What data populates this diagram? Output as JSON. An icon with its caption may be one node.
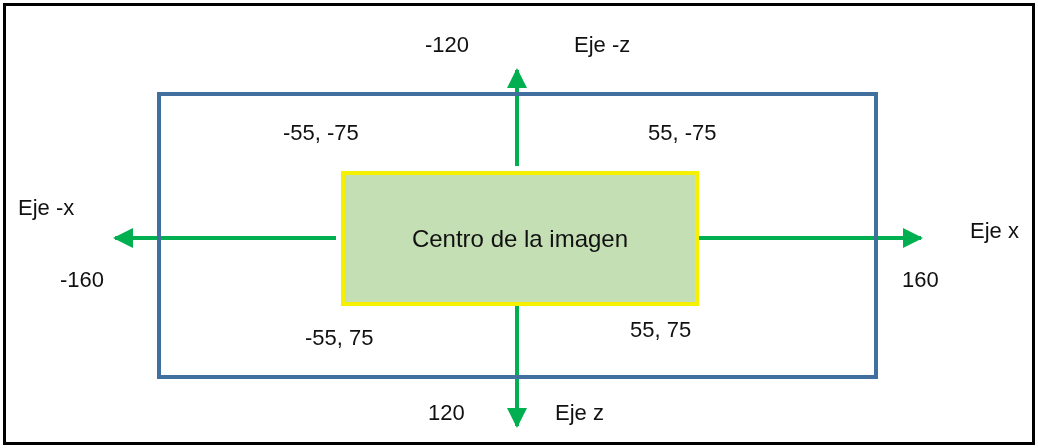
{
  "diagram": {
    "nodes": [
      {
        "text": [],
        "shape": "box"
      },
      {
        "text": [
          "Centro de la imagen"
        ],
        "in": 0
      }
    ],
    "edges": [
      {
        "from": 1,
        "to": null,
        "arrow": "to"
      },
      {
        "from": 1,
        "to": null,
        "arrow": "to"
      },
      {
        "from": 1,
        "to": null,
        "arrow": "to"
      },
      {
        "from": 1,
        "to": null,
        "arrow": "to"
      }
    ],
    "labels": [
      "-120",
      "Eje -z",
      "-55, -75",
      "55, -75",
      "Eje -x",
      "Eje x",
      "-160",
      "160",
      "-55, 75",
      "55, 75",
      "120",
      "Eje z"
    ]
  }
}
